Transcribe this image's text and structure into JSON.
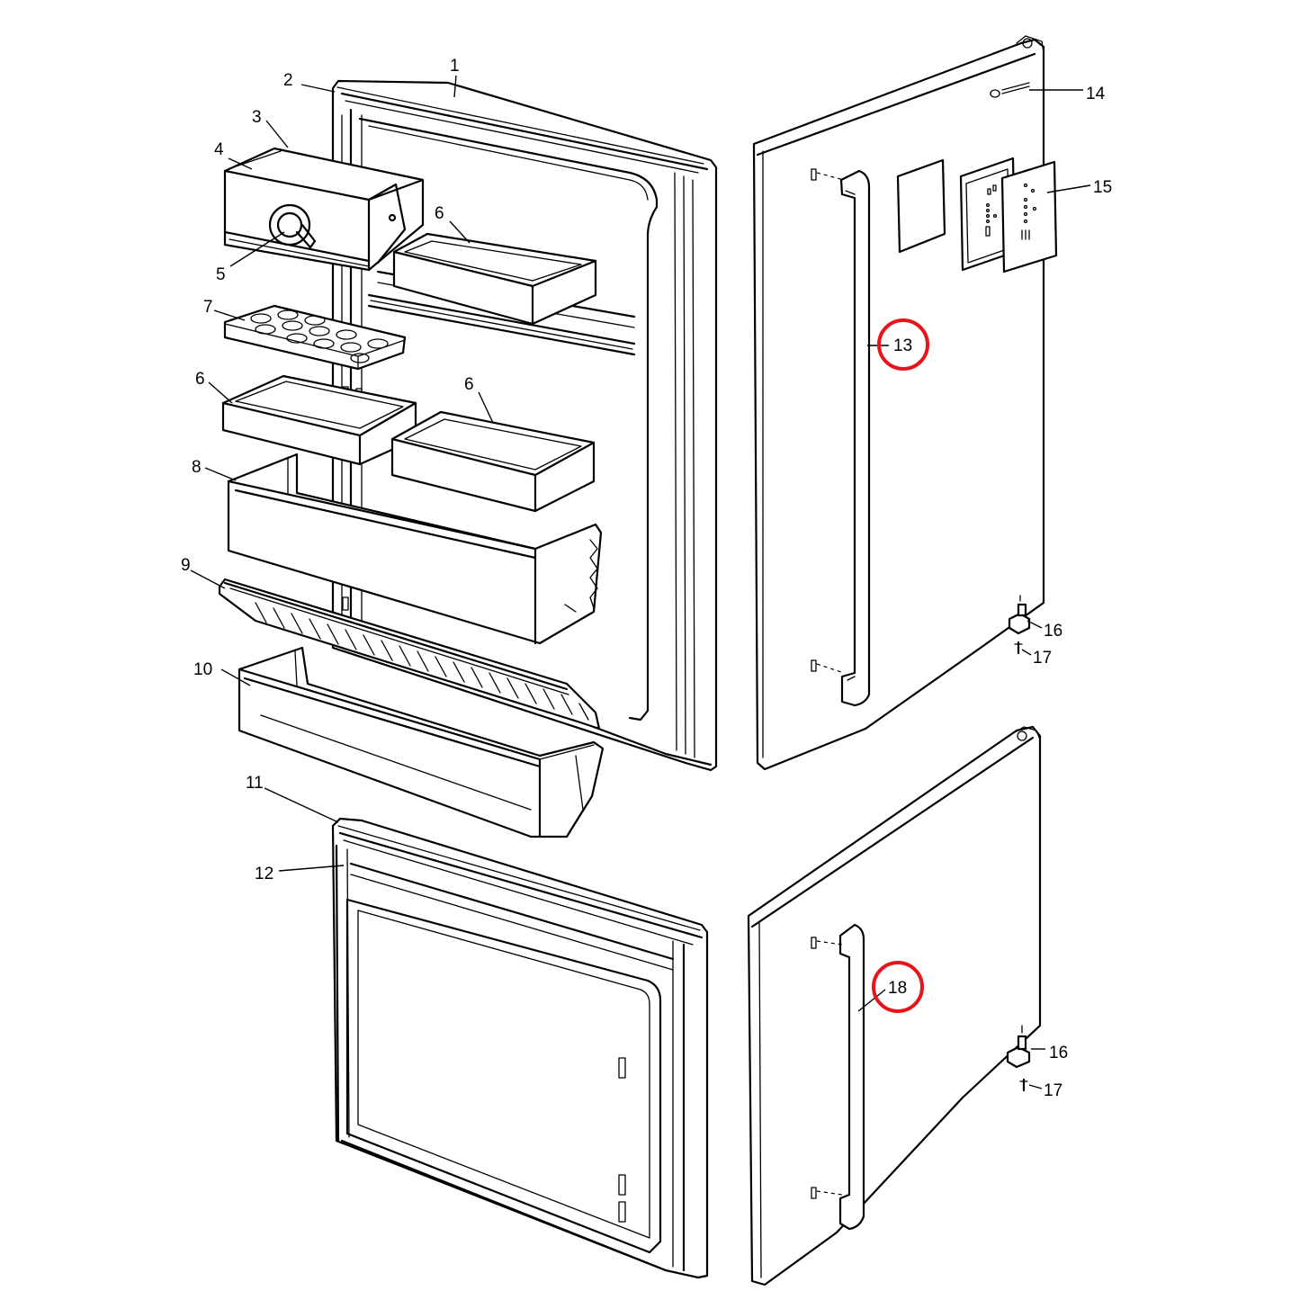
{
  "highlight_color": "#e8141b",
  "callouts": [
    {
      "id": "c1",
      "label": "1"
    },
    {
      "id": "c2",
      "label": "2"
    },
    {
      "id": "c3",
      "label": "3"
    },
    {
      "id": "c4",
      "label": "4"
    },
    {
      "id": "c5",
      "label": "5"
    },
    {
      "id": "c6a",
      "label": "6"
    },
    {
      "id": "c6b",
      "label": "6"
    },
    {
      "id": "c6c",
      "label": "6"
    },
    {
      "id": "c7",
      "label": "7"
    },
    {
      "id": "c8",
      "label": "8"
    },
    {
      "id": "c9",
      "label": "9"
    },
    {
      "id": "c10",
      "label": "10"
    },
    {
      "id": "c11",
      "label": "11"
    },
    {
      "id": "c12",
      "label": "12"
    },
    {
      "id": "c13",
      "label": "13",
      "highlighted": true
    },
    {
      "id": "c14",
      "label": "14"
    },
    {
      "id": "c15",
      "label": "15"
    },
    {
      "id": "c16a",
      "label": "16"
    },
    {
      "id": "c17a",
      "label": "17"
    },
    {
      "id": "c16b",
      "label": "16"
    },
    {
      "id": "c17b",
      "label": "17"
    },
    {
      "id": "c18",
      "label": "18",
      "highlighted": true
    }
  ]
}
